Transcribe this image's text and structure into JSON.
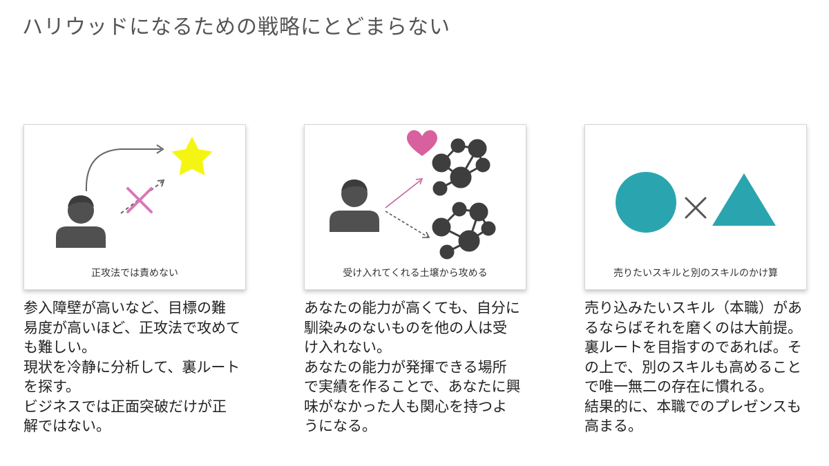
{
  "slide": {
    "title": "ハリウッドになるための戦略にとどまらない"
  },
  "cards": [
    {
      "caption": "正攻法では責めない",
      "icons": [
        "person-icon",
        "star-icon",
        "cross-icon"
      ],
      "accent_colors": {
        "star": "#f5f514",
        "cross": "#d977b8",
        "person": "#505050"
      },
      "description": [
        "参入障壁が高いなど、目標の難",
        "易度が高いほど、正攻法で攻めて",
        "も難しい。",
        "現状を冷静に分析して、裏ルート",
        "を探す。",
        "ビジネスでは正面突破だけが正",
        "解ではない。"
      ]
    },
    {
      "caption": "受け入れてくれる土壌から攻める",
      "icons": [
        "person-icon",
        "heart-icon",
        "network-icon"
      ],
      "accent_colors": {
        "heart": "#d9609f",
        "arrow": "#c4609a",
        "network": "#3e3e3e"
      },
      "description": [
        "あなたの能力が高くても、自分に",
        "馴染みのないものを他の人は受",
        "け入れない。",
        "あなたの能力が発揮できる場所",
        "で実績を作ることで、あなたに興",
        "味がなかった人も関心を持つよ",
        "うになる。"
      ]
    },
    {
      "caption": "売りたいスキルと別のスキルのかけ算",
      "icons": [
        "circle-icon",
        "multiply-icon",
        "triangle-icon"
      ],
      "accent_colors": {
        "shapes": "#2aa5b0",
        "multiply": "#555555"
      },
      "description": [
        "売り込みたいスキル（本職）があ",
        "るならばそれを磨くのは大前提。",
        "裏ルートを目指すのであれば。そ",
        "の上で、別のスキルも高めること",
        "で唯一無二の存在に慣れる。",
        "結果的に、本職でのプレゼンスも",
        "高まる。"
      ]
    }
  ]
}
